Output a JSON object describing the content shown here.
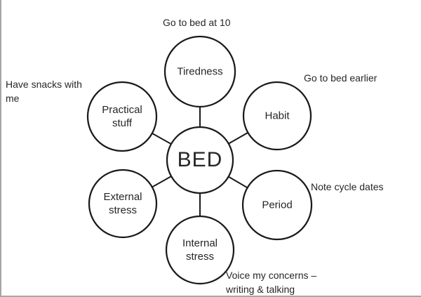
{
  "diagram": {
    "center": {
      "label": "BED"
    },
    "nodes": [
      {
        "id": "tiredness",
        "label": "Tiredness",
        "annotation": "Go to bed at 10"
      },
      {
        "id": "habit",
        "label": "Habit",
        "annotation": "Go to bed earlier"
      },
      {
        "id": "period",
        "label": "Period",
        "annotation": "Note cycle dates"
      },
      {
        "id": "internal-stress",
        "label": "Internal\nstress",
        "annotation": "Voice my concerns –\nwriting & talking"
      },
      {
        "id": "external-stress",
        "label": "External\nstress",
        "annotation": ""
      },
      {
        "id": "practical-stuff",
        "label": "Practical\nstuff",
        "annotation": "Have snacks with\nme"
      }
    ],
    "colors": {
      "shape_stroke": "#1a1a1a",
      "text": "#262626",
      "frame_border": "#a6a6a6",
      "background": "#ffffff"
    }
  }
}
